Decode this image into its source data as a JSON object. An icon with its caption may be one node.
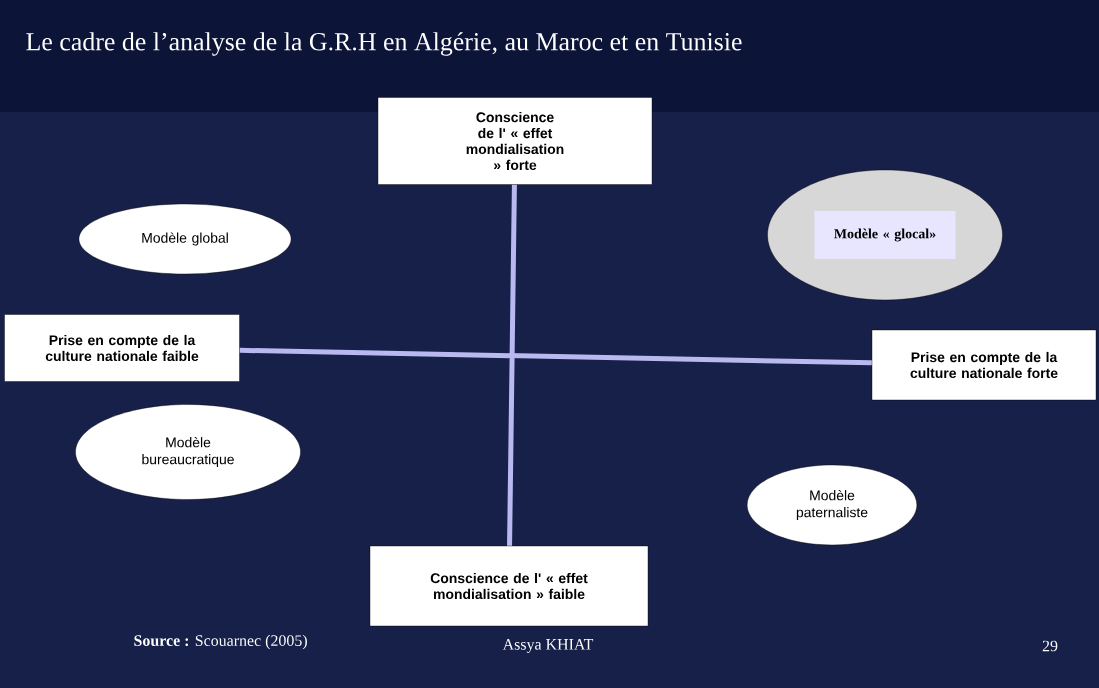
{
  "diagram": {
    "title": "Le cadre de l’analyse de la G.R.H en Algérie, au Maroc et en Tunisie",
    "nodes": [
      {
        "text": [
          "Conscience de l' « effet mondialisation » forte"
        ]
      },
      {
        "text": [
          "Conscience de l' « effet mondialisation » faible"
        ]
      },
      {
        "text": [
          "Prise en compte de la culture nationale faible"
        ]
      },
      {
        "text": [
          "Prise en compte de la culture nationale forte"
        ]
      },
      {
        "text": [
          "Modèle global"
        ]
      },
      {
        "text": [
          "Modèle « glocal»"
        ]
      },
      {
        "text": [
          "Modèle bureaucratique"
        ]
      },
      {
        "text": [
          "Modèle paternaliste"
        ]
      }
    ],
    "edges": [
      {
        "from": 0,
        "to": 1,
        "arrow": "none"
      },
      {
        "from": 2,
        "to": 3,
        "arrow": "none"
      }
    ],
    "labels": [
      "**Source :** Scouarnec (2005)",
      "Assya KHIAT",
      "29"
    ]
  }
}
